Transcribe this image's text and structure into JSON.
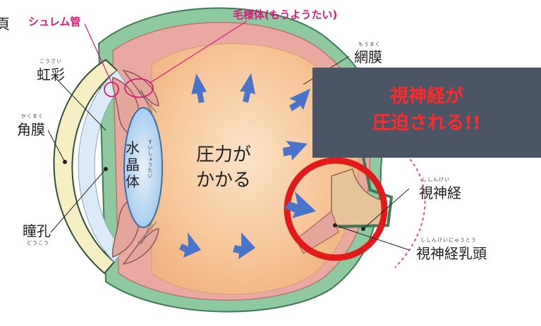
{
  "labels": {
    "schlemm": "シュレム管",
    "ciliary": "毛様体(もうようたい)",
    "retina": "網膜",
    "retina_ruby": "もうまく",
    "iris": "虹彩",
    "iris_ruby": "こうさい",
    "cornea": "角膜",
    "cornea_ruby": "かくまく",
    "lens_chars": [
      "水",
      "晶",
      "体"
    ],
    "lens_ruby": "すいしょうたい",
    "pupil": "瞳孔",
    "pupil_ruby": "どうこう",
    "optic_nerve": "視神経",
    "optic_nerve_ruby": "ししんけい",
    "optic_disc": "視神経乳頭",
    "optic_disc_ruby": "ししんけいにゅうとう",
    "pressure_line1": "圧力が",
    "pressure_line2": "かかる",
    "edge_char": "頁"
  },
  "callout": {
    "line1": "視神経が",
    "line2": "圧迫される!!"
  },
  "colors": {
    "sclera": "#8fc9a0",
    "eyeball": "#f7c79a",
    "pressure_arrow": "#4a74c9",
    "highlight_ring": "#e21a1a",
    "callout_bg": "#4b5566",
    "callout_text": "#ff2a2a",
    "label_pink": "#d81b7a"
  }
}
